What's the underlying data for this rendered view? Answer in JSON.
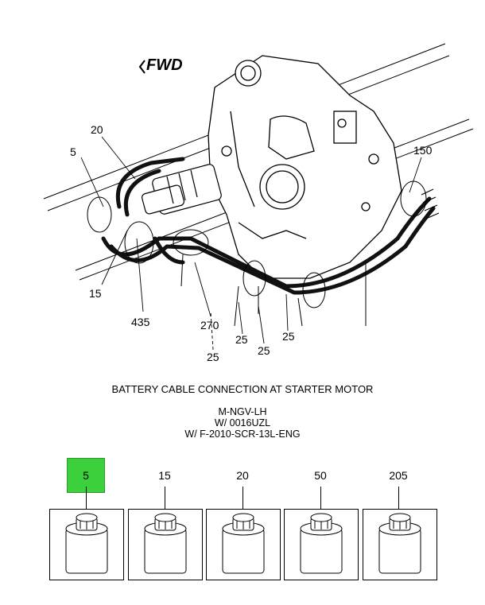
{
  "orientation_label": "FWD",
  "callouts": {
    "c5": "5",
    "c20": "20",
    "c150": "150",
    "c15": "15",
    "c435": "435",
    "c270": "270",
    "c25a": "25",
    "c25b": "25",
    "c25c": "25",
    "c25d": "25"
  },
  "caption": "BATTERY CABLE CONNECTION AT STARTER MOTOR",
  "conditions": [
    "M-NGV-LH",
    "W/ 0016UZL",
    "W/ F-2010-SCR-13L-ENG"
  ],
  "kits": [
    {
      "label": "5",
      "selected": true
    },
    {
      "label": "15",
      "selected": false
    },
    {
      "label": "20",
      "selected": false
    },
    {
      "label": "50",
      "selected": false
    },
    {
      "label": "205",
      "selected": false
    }
  ],
  "highlight_color": "#3cd13c"
}
